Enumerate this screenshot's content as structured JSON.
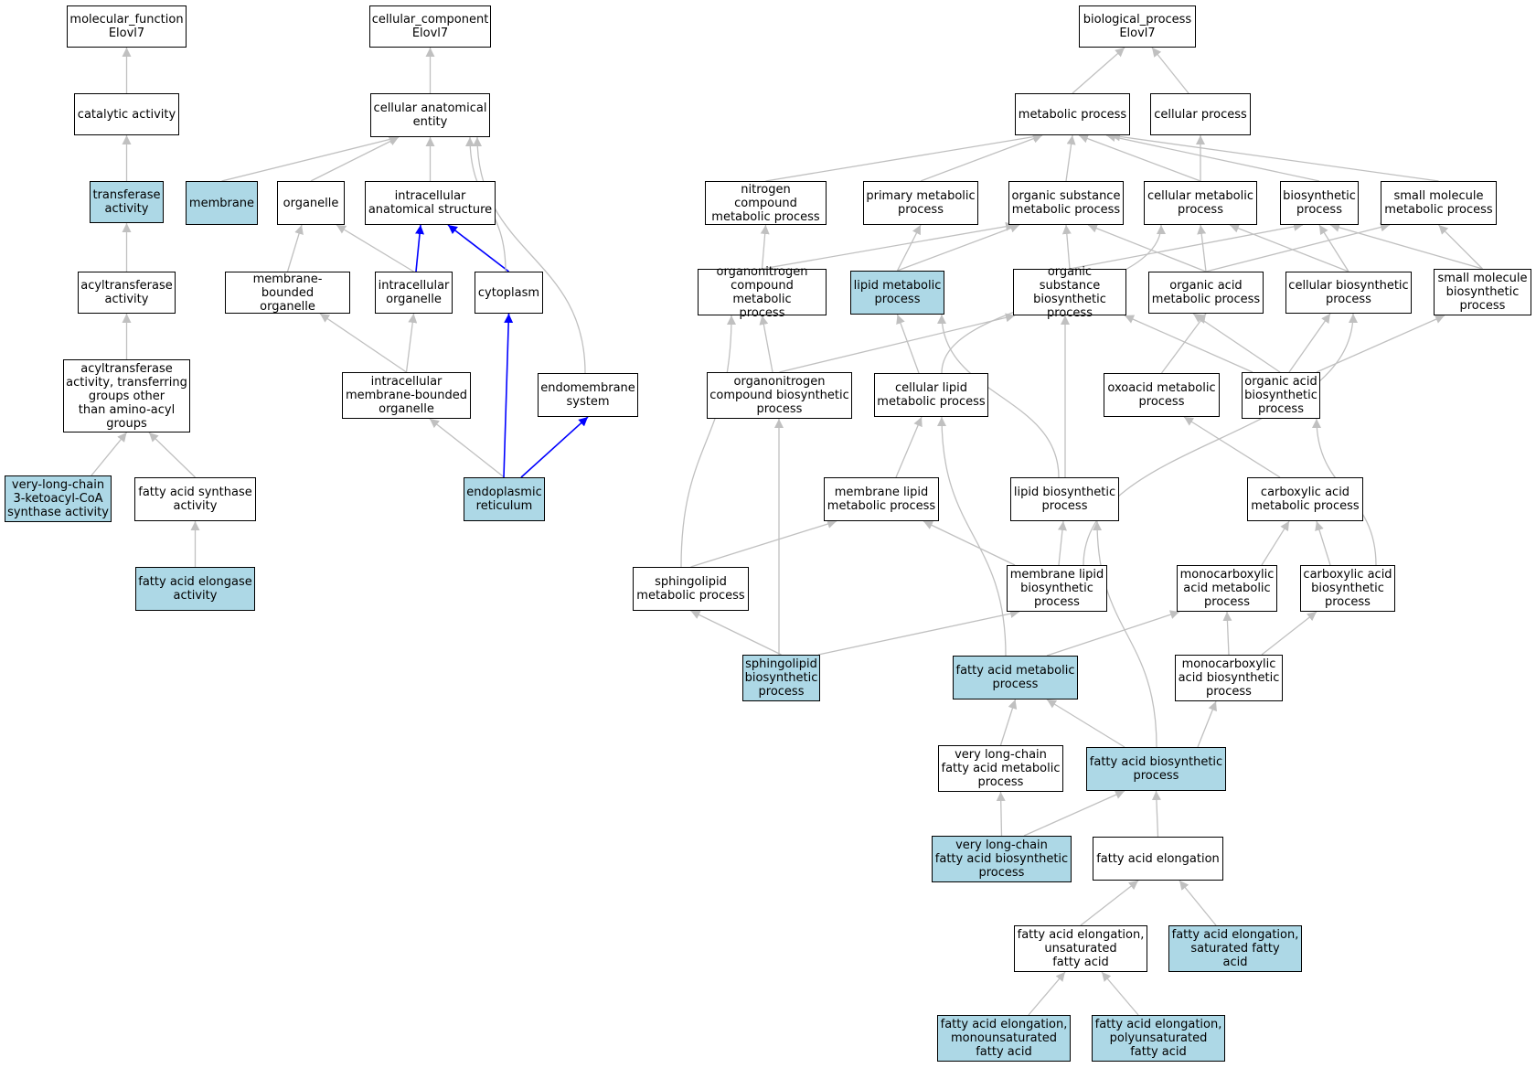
{
  "colors": {
    "highlight": "#add8e6",
    "edge": "#c0c0c0",
    "path_edge": "#0000ff",
    "border": "#000000"
  },
  "nodes": {
    "mf": {
      "label": "molecular_function\nElovl7",
      "hl": false
    },
    "cat": {
      "label": "catalytic activity",
      "hl": false
    },
    "transf": {
      "label": "transferase\nactivity",
      "hl": true
    },
    "acyl": {
      "label": "acyltransferase\nactivity",
      "hl": false
    },
    "acylother": {
      "label": "acyltransferase\nactivity, transferring\ngroups other\nthan amino-acyl\ngroups",
      "hl": false
    },
    "vlc3k": {
      "label": "very-long-chain\n3-ketoacyl-CoA\nsynthase activity",
      "hl": true
    },
    "fas": {
      "label": "fatty acid synthase\nactivity",
      "hl": false
    },
    "fae": {
      "label": "fatty acid elongase\nactivity",
      "hl": true
    },
    "cc": {
      "label": "cellular_component\nElovl7",
      "hl": false
    },
    "cae": {
      "label": "cellular anatomical\nentity",
      "hl": false
    },
    "membrane": {
      "label": "membrane",
      "hl": true
    },
    "organelle": {
      "label": "organelle",
      "hl": false
    },
    "ias": {
      "label": "intracellular\nanatomical structure",
      "hl": false
    },
    "mbo": {
      "label": "membrane-bounded\norganelle",
      "hl": false
    },
    "io": {
      "label": "intracellular\norganelle",
      "hl": false
    },
    "cyto": {
      "label": "cytoplasm",
      "hl": false
    },
    "imbo": {
      "label": "intracellular\nmembrane-bounded\norganelle",
      "hl": false
    },
    "endosys": {
      "label": "endomembrane\nsystem",
      "hl": false
    },
    "er": {
      "label": "endoplasmic\nreticulum",
      "hl": true
    },
    "bp": {
      "label": "biological_process\nElovl7",
      "hl": false
    },
    "metab": {
      "label": "metabolic process",
      "hl": false
    },
    "cellproc": {
      "label": "cellular process",
      "hl": false
    },
    "ncmp": {
      "label": "nitrogen compound\nmetabolic process",
      "hl": false
    },
    "pmp": {
      "label": "primary metabolic\nprocess",
      "hl": false
    },
    "osmp": {
      "label": "organic substance\nmetabolic process",
      "hl": false
    },
    "cmp": {
      "label": "cellular metabolic\nprocess",
      "hl": false
    },
    "biosyn": {
      "label": "biosynthetic\nprocess",
      "hl": false
    },
    "smmp": {
      "label": "small molecule\nmetabolic process",
      "hl": false
    },
    "oncmp": {
      "label": "organonitrogen\ncompound metabolic\nprocess",
      "hl": false
    },
    "lmp": {
      "label": "lipid metabolic\nprocess",
      "hl": true
    },
    "osbp": {
      "label": "organic substance\nbiosynthetic\nprocess",
      "hl": false
    },
    "oamp": {
      "label": "organic acid\nmetabolic process",
      "hl": false
    },
    "cbp": {
      "label": "cellular biosynthetic\nprocess",
      "hl": false
    },
    "smbp": {
      "label": "small molecule\nbiosynthetic\nprocess",
      "hl": false
    },
    "oncbp": {
      "label": "organonitrogen\ncompound biosynthetic\nprocess",
      "hl": false
    },
    "clmp": {
      "label": "cellular lipid\nmetabolic process",
      "hl": false
    },
    "oxomp": {
      "label": "oxoacid metabolic\nprocess",
      "hl": false
    },
    "oabp": {
      "label": "organic acid\nbiosynthetic\nprocess",
      "hl": false
    },
    "mlmp": {
      "label": "membrane lipid\nmetabolic process",
      "hl": false
    },
    "lbp": {
      "label": "lipid biosynthetic\nprocess",
      "hl": false
    },
    "camp": {
      "label": "carboxylic acid\nmetabolic process",
      "hl": false
    },
    "sphmp": {
      "label": "sphingolipid\nmetabolic process",
      "hl": false
    },
    "mlbp": {
      "label": "membrane lipid\nbiosynthetic\nprocess",
      "hl": false
    },
    "mcamp": {
      "label": "monocarboxylic\nacid metabolic\nprocess",
      "hl": false
    },
    "cabp": {
      "label": "carboxylic acid\nbiosynthetic\nprocess",
      "hl": false
    },
    "sphbp": {
      "label": "sphingolipid\nbiosynthetic\nprocess",
      "hl": true
    },
    "famp": {
      "label": "fatty acid metabolic\nprocess",
      "hl": true
    },
    "mcabp": {
      "label": "monocarboxylic\nacid biosynthetic\nprocess",
      "hl": false
    },
    "vlcfamp": {
      "label": "very long-chain\nfatty acid metabolic\nprocess",
      "hl": false
    },
    "fabp": {
      "label": "fatty acid biosynthetic\nprocess",
      "hl": true
    },
    "vlcfabp": {
      "label": "very long-chain\nfatty acid biosynthetic\nprocess",
      "hl": true
    },
    "fael": {
      "label": "fatty acid elongation",
      "hl": false
    },
    "faeuns": {
      "label": "fatty acid elongation,\nunsaturated\nfatty acid",
      "hl": false
    },
    "faesat": {
      "label": "fatty acid elongation,\nsaturated fatty\nacid",
      "hl": true
    },
    "faemono": {
      "label": "fatty acid elongation,\nmonounsaturated\nfatty acid",
      "hl": true
    },
    "faepoly": {
      "label": "fatty acid elongation,\npolyunsaturated\nfatty acid",
      "hl": true
    }
  }
}
